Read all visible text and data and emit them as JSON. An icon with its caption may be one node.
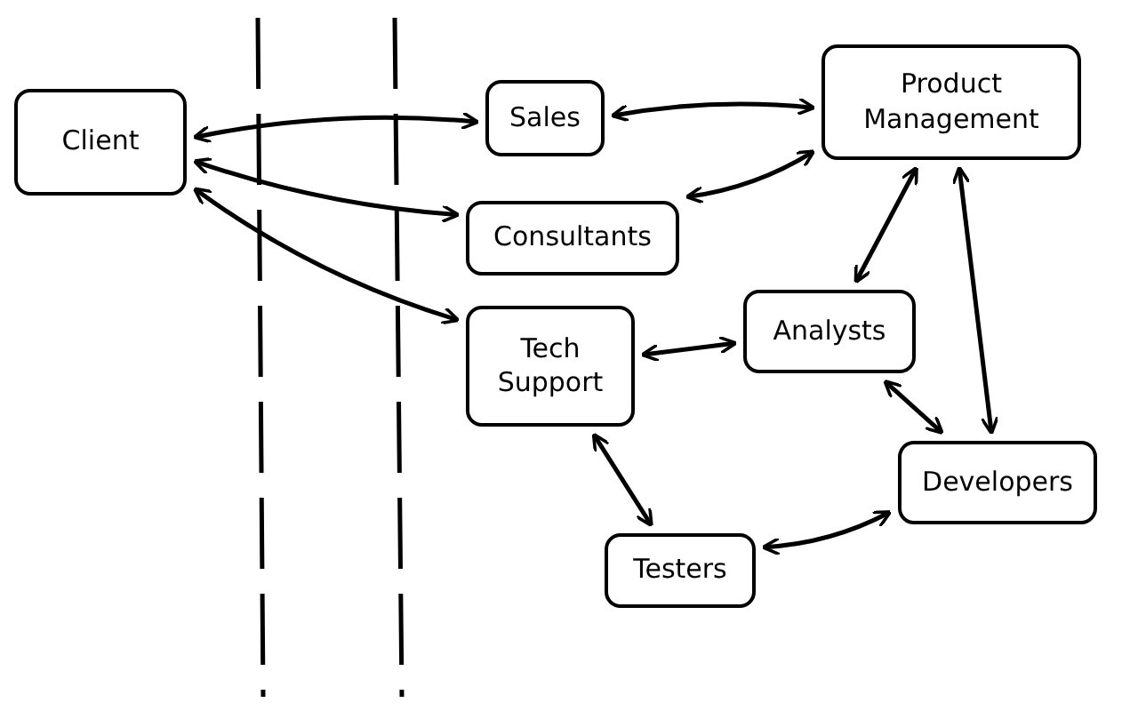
{
  "diagram": {
    "nodes": [
      {
        "text": [
          "Client"
        ]
      },
      {
        "text": [
          "Sales"
        ]
      },
      {
        "text": [
          "Product Management"
        ]
      },
      {
        "text": [
          "Consultants"
        ]
      },
      {
        "text": [
          "Analysts"
        ]
      },
      {
        "text": [
          "Tech Support"
        ]
      },
      {
        "text": [
          "Developers"
        ]
      },
      {
        "text": [
          "Testers"
        ]
      }
    ],
    "edges": [
      {
        "from": 0,
        "to": 1,
        "arrow": "both"
      },
      {
        "from": 0,
        "to": 3,
        "arrow": "both"
      },
      {
        "from": 0,
        "to": 5,
        "arrow": "both"
      },
      {
        "from": 1,
        "to": 2,
        "arrow": "both"
      },
      {
        "from": 3,
        "to": 2,
        "arrow": "both"
      },
      {
        "from": 2,
        "to": 4,
        "arrow": "both"
      },
      {
        "from": 2,
        "to": 6,
        "arrow": "both"
      },
      {
        "from": 5,
        "to": 4,
        "arrow": "both"
      },
      {
        "from": 4,
        "to": 6,
        "arrow": "both"
      },
      {
        "from": 5,
        "to": 7,
        "arrow": "both"
      },
      {
        "from": 7,
        "to": 6,
        "arrow": "both"
      }
    ]
  }
}
